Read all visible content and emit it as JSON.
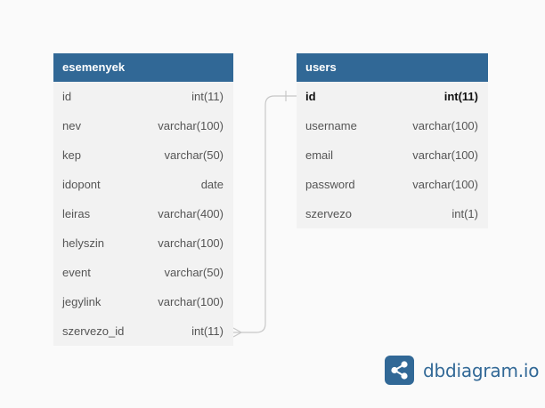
{
  "tables": [
    {
      "name": "esemenyek",
      "fields": [
        {
          "name": "id",
          "type": "int(11)",
          "pk": false
        },
        {
          "name": "nev",
          "type": "varchar(100)",
          "pk": false
        },
        {
          "name": "kep",
          "type": "varchar(50)",
          "pk": false
        },
        {
          "name": "idopont",
          "type": "date",
          "pk": false
        },
        {
          "name": "leiras",
          "type": "varchar(400)",
          "pk": false
        },
        {
          "name": "helyszin",
          "type": "varchar(100)",
          "pk": false
        },
        {
          "name": "event",
          "type": "varchar(50)",
          "pk": false
        },
        {
          "name": "jegylink",
          "type": "varchar(100)",
          "pk": false
        },
        {
          "name": "szervezo_id",
          "type": "int(11)",
          "pk": false
        }
      ]
    },
    {
      "name": "users",
      "fields": [
        {
          "name": "id",
          "type": "int(11)",
          "pk": true
        },
        {
          "name": "username",
          "type": "varchar(100)",
          "pk": false
        },
        {
          "name": "email",
          "type": "varchar(100)",
          "pk": false
        },
        {
          "name": "password",
          "type": "varchar(100)",
          "pk": false
        },
        {
          "name": "szervezo",
          "type": "int(1)",
          "pk": false
        }
      ]
    }
  ],
  "relations": [
    {
      "from_table": "esemenyek",
      "from_field": "szervezo_id",
      "from_cardinality": "many",
      "to_table": "users",
      "to_field": "id",
      "to_cardinality": "one"
    }
  ],
  "brand": {
    "name": "dbdiagram",
    "suffix": ".io",
    "color": "#316896"
  },
  "colors": {
    "header": "#316896",
    "body": "#f2f2f2",
    "background": "#fafafa",
    "connector": "#c8c8c8"
  }
}
